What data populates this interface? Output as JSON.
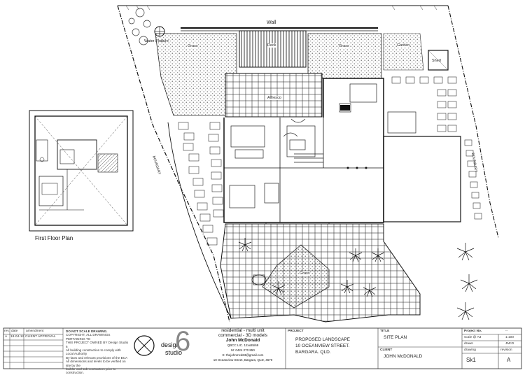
{
  "labels": {
    "wall": "Wall",
    "water_feature": "Water Feature",
    "grass_left": "Grass",
    "deck": "Deck",
    "grass_right": "Grass",
    "garden": "Garden",
    "shed": "Shed",
    "alfresco": "Alfresco",
    "grass_bottom": "Grass",
    "boundary_left": "BOUNDARY",
    "boundary_right": "BOUNDARY",
    "first_floor_plan": "First Floor Plan"
  },
  "revisions": {
    "header_rev": "rev.",
    "header_date": "date",
    "header_amendment": "amendment",
    "row1_rev": "A",
    "row1_date": "18-04-12",
    "row1_amendment": "CLIENT APPROVAL"
  },
  "notes": [
    "DO NOT SCALE DRAWING.",
    "COPYRIGHT, ALL DRAWINGS PERTAINING TO",
    "THIS PROJECT OWNED BY Design Studio 6",
    "All building construction to comply with Local Authority",
    "By-laws and relevant provisions of the BCA",
    "All dimensions and levels to be verified on site by the",
    "builder and sub-contractors prior to construction."
  ],
  "logo": {
    "line1": "design",
    "line2": "studio",
    "digit": "6"
  },
  "company": {
    "services1": "residential - multi unit",
    "services2": "commercial - 3D models",
    "name": "John McDonald",
    "qbcc": "QBCC LIC. 12xx85/69",
    "phone": "M: 0424 270 850",
    "email": "E: thejohnmcd63@gmail.com",
    "address": "10 Oceanview Street, Bargara, QLD, 4670"
  },
  "project": {
    "label": "PROJECT",
    "line1": "PROPOSED LANDSCAPE",
    "line2": "10 OCEANVIEW STREET.",
    "line3": "BARGARA. QLD."
  },
  "title_block": {
    "title_label": "TITLE",
    "title": "SITE PLAN",
    "client_label": "CLIENT",
    "client": "JOHN McDONALD"
  },
  "info": {
    "project_no_label": "Project No.",
    "project_no": "--",
    "scale_label": "scale @ A3",
    "scale": "1:100",
    "drawn_label": "drawn",
    "drawn": "JMcD",
    "drawing_label": "drawing",
    "drawing": "Sk1",
    "revision_label": "revision",
    "revision": "A"
  }
}
